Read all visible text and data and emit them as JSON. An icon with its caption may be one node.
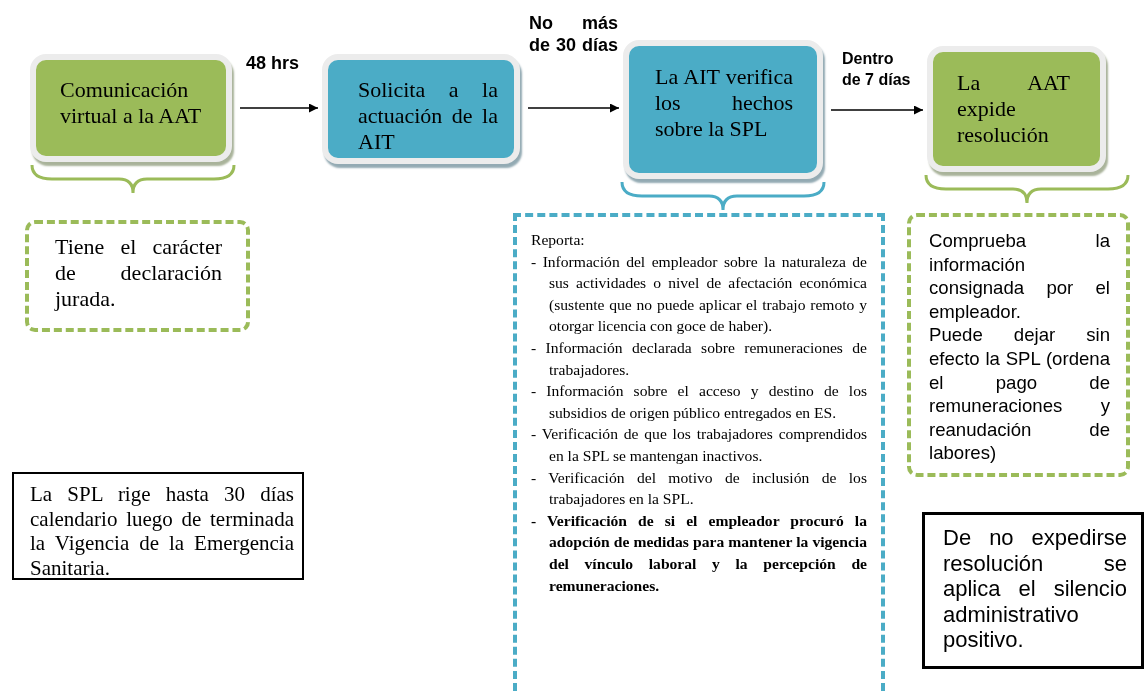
{
  "diagram": {
    "nodes": [
      {
        "text": [
          "Comunicación virtual a la AAT"
        ]
      },
      {
        "text": [
          "Solicita a la actuación de la AIT"
        ]
      },
      {
        "text": [
          "La AIT verifica los hechos sobre la SPL"
        ]
      },
      {
        "text": [
          "La AAT expide resolución"
        ]
      },
      {
        "text": [
          "Tiene el carácter de declaración jurada."
        ]
      },
      {
        "text": [
          "Reporta:",
          "- Información del empleador sobre la naturaleza de sus actividades o nivel de afectación económica (sustente que no puede aplicar el trabajo remoto y otorgar licencia con goce de haber).",
          "- Información declarada sobre remuneraciones de trabajadores.",
          "- Información sobre el acceso y destino de los subsidios de origen público entregados en ES.",
          "- Verificación de que los trabajadores comprendidos en la SPL se mantengan inactivos.",
          "- Verificación del motivo de inclusión de los trabajadores en la SPL.",
          "- Verificación de si el empleador procuró la adopción de medidas para mantener la vigencia del vínculo laboral y la percepción de remuneraciones."
        ]
      },
      {
        "text": [
          "Comprueba la información consignada por el empleador.",
          "Puede dejar sin efecto la SPL (ordena el pago de remuneraciones y reanudación de labores)"
        ]
      },
      {
        "text": [
          "La SPL rige hasta 30 días calendario luego de terminada la Vigencia de la Emergencia Sanitaria."
        ]
      },
      {
        "text": [
          "De no expedirse resolución se aplica el silencio administrativo positivo."
        ]
      }
    ],
    "edges": [
      {
        "from": 0,
        "to": 1,
        "arrow": "to",
        "label": "48 hrs"
      },
      {
        "from": 1,
        "to": 2,
        "arrow": "to",
        "label": "No más de 30 días"
      },
      {
        "from": 2,
        "to": 3,
        "arrow": "to",
        "label": "Dentro de 7 días"
      }
    ]
  }
}
